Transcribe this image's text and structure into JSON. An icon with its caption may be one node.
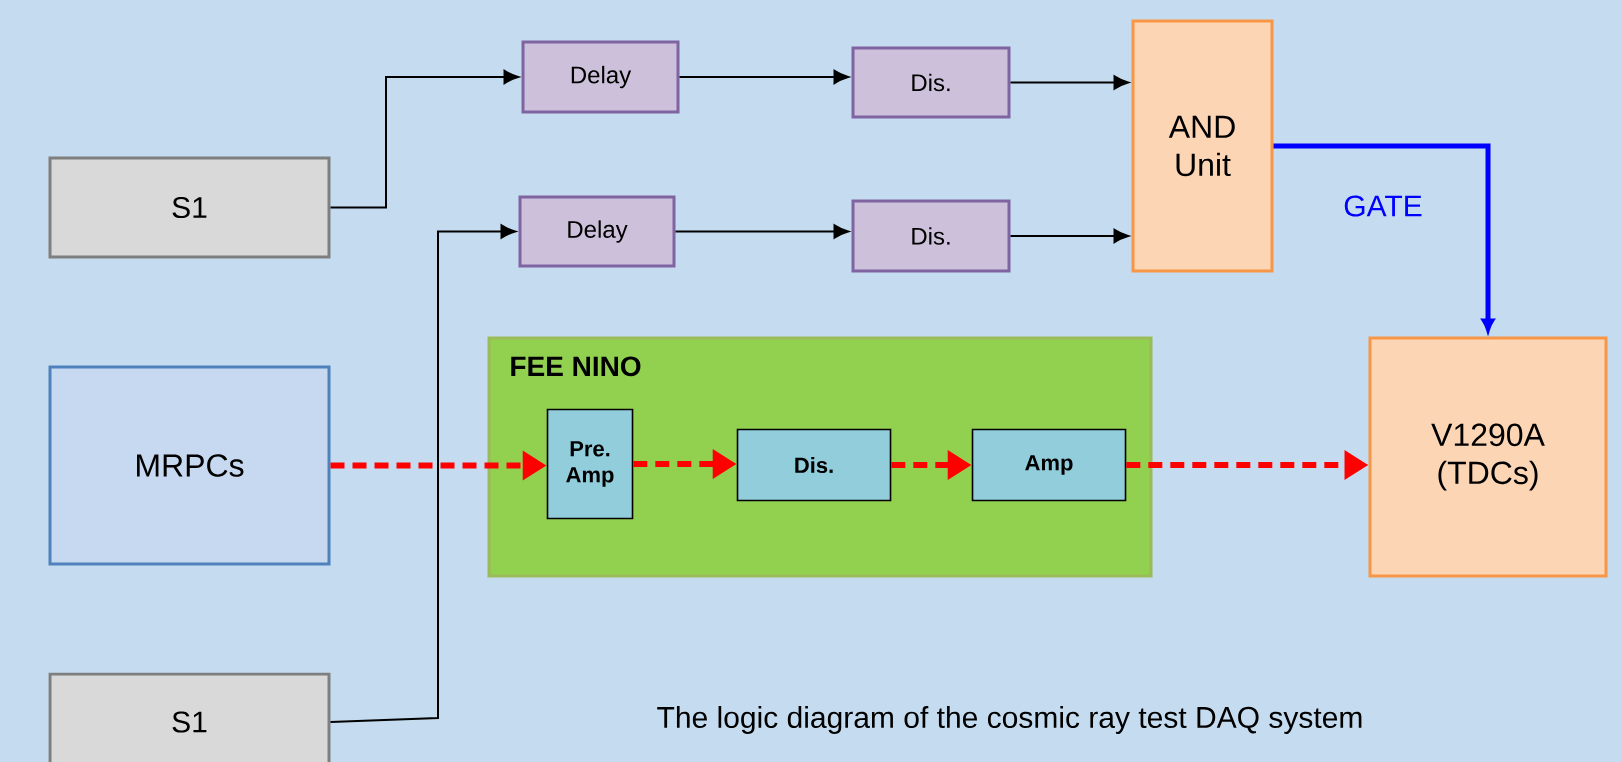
{
  "diagram": {
    "caption": "The logic diagram of the cosmic ray test DAQ system",
    "nodes": [
      {
        "text": [
          "S1"
        ]
      },
      {
        "text": [
          "Delay"
        ]
      },
      {
        "text": [
          "Dis."
        ]
      },
      {
        "text": [
          "AND Unit"
        ]
      },
      {
        "text": [
          "Delay"
        ]
      },
      {
        "text": [
          "Dis."
        ]
      },
      {
        "text": [
          "MRPCs"
        ]
      },
      {
        "text": [
          "FEE  NINO"
        ]
      },
      {
        "text": [
          "Pre. Amp"
        ],
        "in": 7
      },
      {
        "text": [
          "Dis."
        ],
        "in": 7
      },
      {
        "text": [
          "Amp"
        ],
        "in": 7
      },
      {
        "text": [
          "V1290A (TDCs)"
        ]
      },
      {
        "text": [
          "S1"
        ]
      }
    ],
    "edges": [
      {
        "from": 0,
        "to": 1,
        "arrow": "to"
      },
      {
        "from": 1,
        "to": 2,
        "arrow": "to"
      },
      {
        "from": 2,
        "to": 3,
        "arrow": "to"
      },
      {
        "from": 12,
        "to": 4,
        "arrow": "to"
      },
      {
        "from": 4,
        "to": 5,
        "arrow": "to"
      },
      {
        "from": 5,
        "to": 3,
        "arrow": "to"
      },
      {
        "from": 3,
        "to": 11,
        "arrow": "to",
        "label": "GATE",
        "style": "thick",
        "color": "#0000ff"
      },
      {
        "from": 6,
        "to": 8,
        "arrow": "to",
        "style": "dashed",
        "color": "#ff0000"
      },
      {
        "from": 8,
        "to": 9,
        "arrow": "to",
        "style": "dashed",
        "color": "#ff0000"
      },
      {
        "from": 9,
        "to": 10,
        "arrow": "to",
        "style": "dashed",
        "color": "#ff0000"
      },
      {
        "from": 10,
        "to": 11,
        "arrow": "to",
        "style": "dashed",
        "color": "#ff0000"
      }
    ]
  }
}
